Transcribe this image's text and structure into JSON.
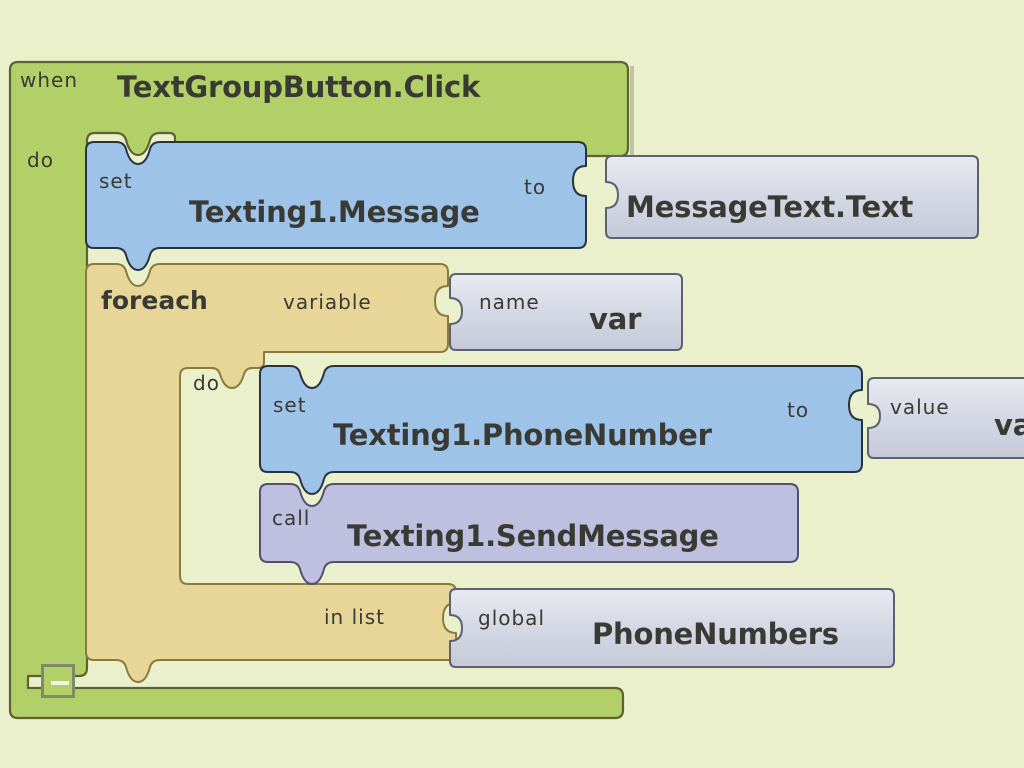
{
  "workspace": {
    "background_color": "#e9f0cb",
    "app": "MIT App Inventor Blocks Editor"
  },
  "colors": {
    "event_block": "#b3cf68",
    "setter_block": "#9ec3e8",
    "control_block": "#e8d698",
    "call_block": "#bfbfe0",
    "value_block": "#d2d5e2",
    "text_color": "#3a3a34"
  },
  "blocks": {
    "event": {
      "type": "event-handler",
      "keyword": "when",
      "title": "TextGroupButton.Click",
      "body_label": "do",
      "collapse_icon": "minus-icon"
    },
    "set_message": {
      "type": "component-setter",
      "keyword": "set",
      "property": "Texting1.Message",
      "connector": "to",
      "value": {
        "type": "component-getter",
        "label": "MessageText.Text"
      }
    },
    "foreach": {
      "type": "control-foreach",
      "keyword": "foreach",
      "variable_label": "variable",
      "variable_slot": {
        "type": "variable-name",
        "prefix": "name",
        "label": "var"
      },
      "body_label": "do",
      "in_list_label": "in list",
      "list_slot": {
        "type": "global-variable-getter",
        "prefix": "global",
        "label": "PhoneNumbers"
      }
    },
    "set_phonenumber": {
      "type": "component-setter",
      "keyword": "set",
      "property": "Texting1.PhoneNumber",
      "connector": "to",
      "value": {
        "type": "variable-getter",
        "prefix": "value",
        "label": "var",
        "clipped": true
      }
    },
    "call_sendmessage": {
      "type": "component-method-call",
      "keyword": "call",
      "method": "Texting1.SendMessage"
    }
  }
}
